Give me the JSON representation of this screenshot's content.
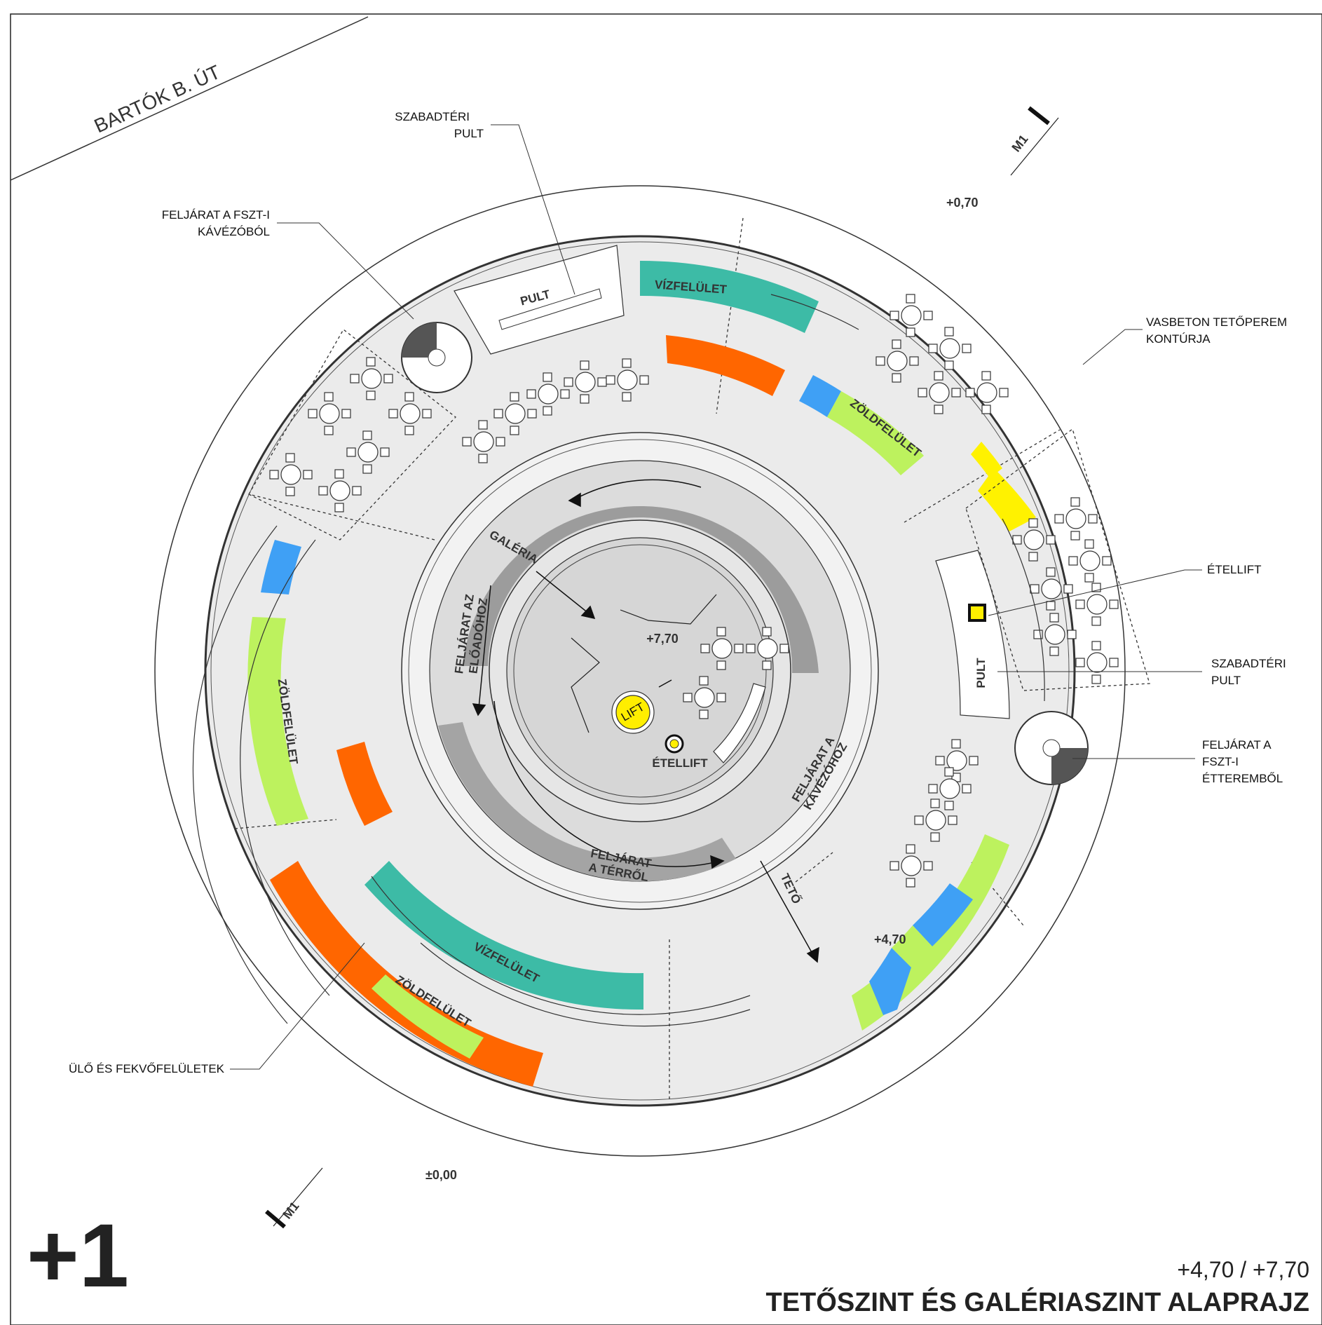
{
  "street": "BARTÓK B. ÚT",
  "section_marker": "M1",
  "level_labels": {
    "outer": "+0,70",
    "roof": "+4,70",
    "gallery": "+7,70",
    "ground": "±0,00"
  },
  "callouts": {
    "open_counter_top": [
      "SZABADTÉRI",
      "PULT"
    ],
    "stair_cafe": [
      "FELJÁRAT A FSZT-I",
      "KÁVÉZÓBÓL"
    ],
    "parapet": [
      "VASBETON TETŐPEREM",
      "KONTÚRJA"
    ],
    "food_lift_right": "ÉTELLIFT",
    "open_counter_right": [
      "SZABADTÉRI",
      "PULT"
    ],
    "stair_restaurant": [
      "FELJÁRAT A",
      "FSZT-I",
      "ÉTTEREMBŐL"
    ],
    "seating": "ÜLŐ ÉS FEKVŐFELÜLETEK"
  },
  "zones": {
    "counter": "PULT",
    "water": "VÍZFELÜLET",
    "green": "ZÖLDFELÜLET",
    "gallery": "GALÉRIA",
    "stair_stage": [
      "FELJÁRAT AZ",
      "ELŐADÓHOZ"
    ],
    "stair_cafe": [
      "FELJÁRAT A",
      "KÁVÉZÓHOZ"
    ],
    "stair_square": [
      "FELJÁRAT",
      "A TÉRRŐL"
    ],
    "roof": "TETŐ",
    "lift": "LIFT",
    "food_lift": "ÉTELLIFT"
  },
  "plan_number": "+1",
  "subtitle": "+4,70 / +7,70",
  "title": "TETŐSZINT ÉS GALÉRIASZINT ALAPRAJZ",
  "colors": {
    "orange": "#ff6600",
    "teal": "#3dbba6",
    "green": "#bdf25e",
    "blue": "#3fa0f5",
    "yellow": "#fff200",
    "floor": "#ececec",
    "ramp": "#9a9a9a"
  }
}
